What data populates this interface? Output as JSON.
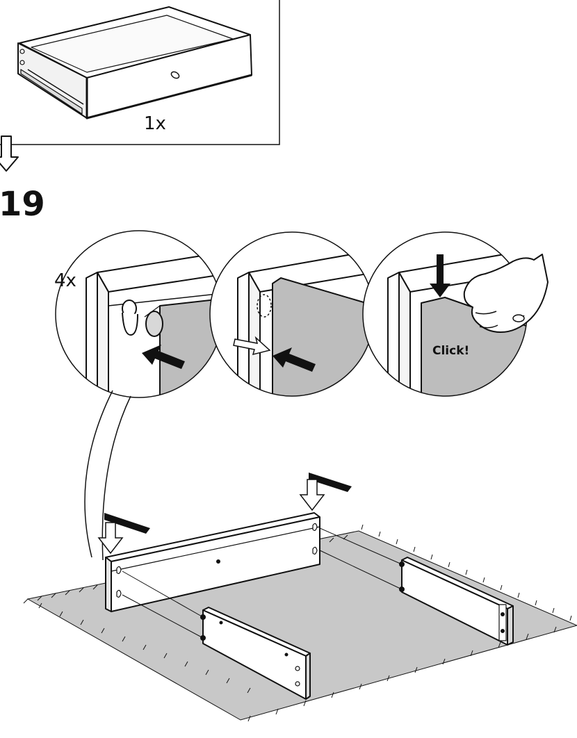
{
  "previous_step": {
    "item": "assembled-drawer",
    "quantity_label": "1x"
  },
  "next_arrow_icon": "down-arrow-icon",
  "step_number": "19",
  "detail_views": [
    {
      "id": "detail-1",
      "quantity_label": "4x",
      "icon": "push-arrow-icon"
    },
    {
      "id": "detail-2",
      "icon": "slide-arrow-icon"
    },
    {
      "id": "detail-3",
      "sound_label": "Click!",
      "icon": "hand-press-icon"
    }
  ],
  "main_view": {
    "parts": [
      "front-panel",
      "side-panel-left",
      "side-panel-right"
    ],
    "surface": "rug-icon",
    "press_icons": [
      "press-down-icon",
      "press-down-icon"
    ]
  },
  "colors": {
    "ink": "#111111",
    "panel_shade": "#bdbdbd",
    "rug": "#c8c8c8"
  }
}
